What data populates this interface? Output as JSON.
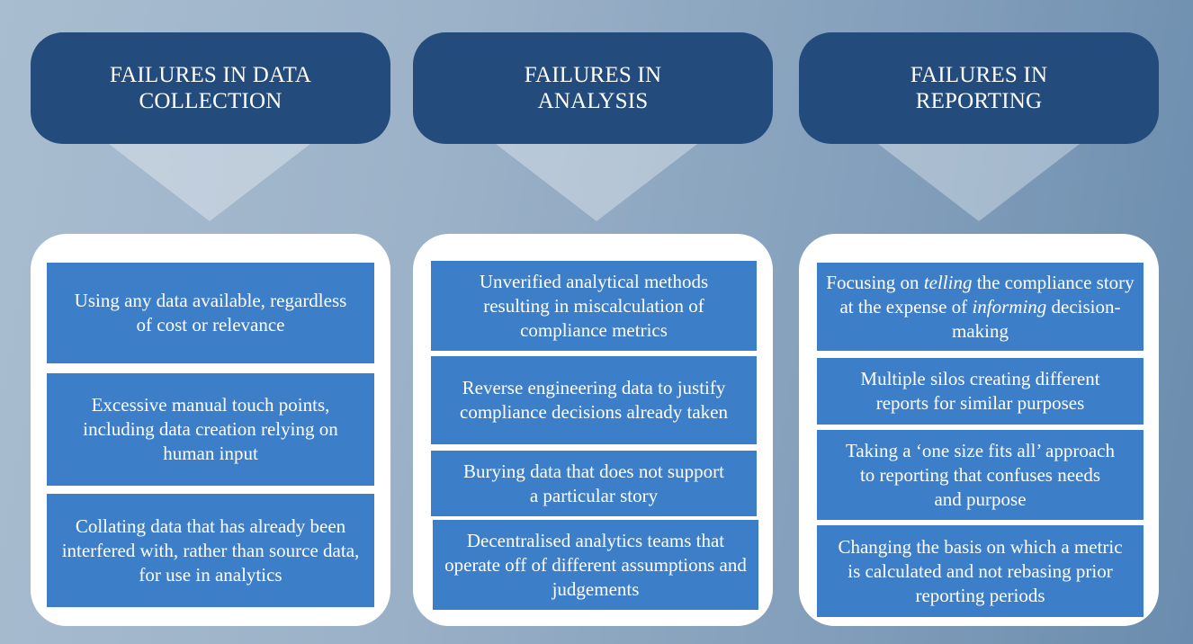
{
  "columns": [
    {
      "header": "FAILURES IN DATA COLLECTION",
      "items": [
        "Using any data available, regardless of cost or relevance",
        "Excessive manual touch points, including data creation relying on human input",
        "Collating data that has already been interfered with, rather than source data, for use in analytics"
      ]
    },
    {
      "header": "FAILURES IN ANALYSIS",
      "items": [
        "Unverified analytical methods resulting in miscalculation of compliance metrics",
        "Reverse engineering data to justify compliance decisions already taken",
        "Burying data that does not support a particular story",
        "Decentralised analytics teams that operate off of different assumptions and judgements"
      ]
    },
    {
      "header": "FAILURES IN REPORTING",
      "items": [
        {
          "part1": "Focusing on ",
          "em1": "telling",
          "part2": " the compliance story at the expense of ",
          "em2": "informing",
          "part3": " decision-making"
        },
        "Multiple silos creating different reports for similar purposes",
        "Taking a ‘one size fits all’ approach to reporting that confuses needs and purpose",
        "Changing the basis on which a metric is calculated and not rebasing prior reporting periods"
      ]
    }
  ],
  "colors": {
    "header_bg": "#234c7c",
    "item_bg": "#3d7ec8",
    "panel_bg": "#ffffff",
    "text": "#ffffff"
  }
}
